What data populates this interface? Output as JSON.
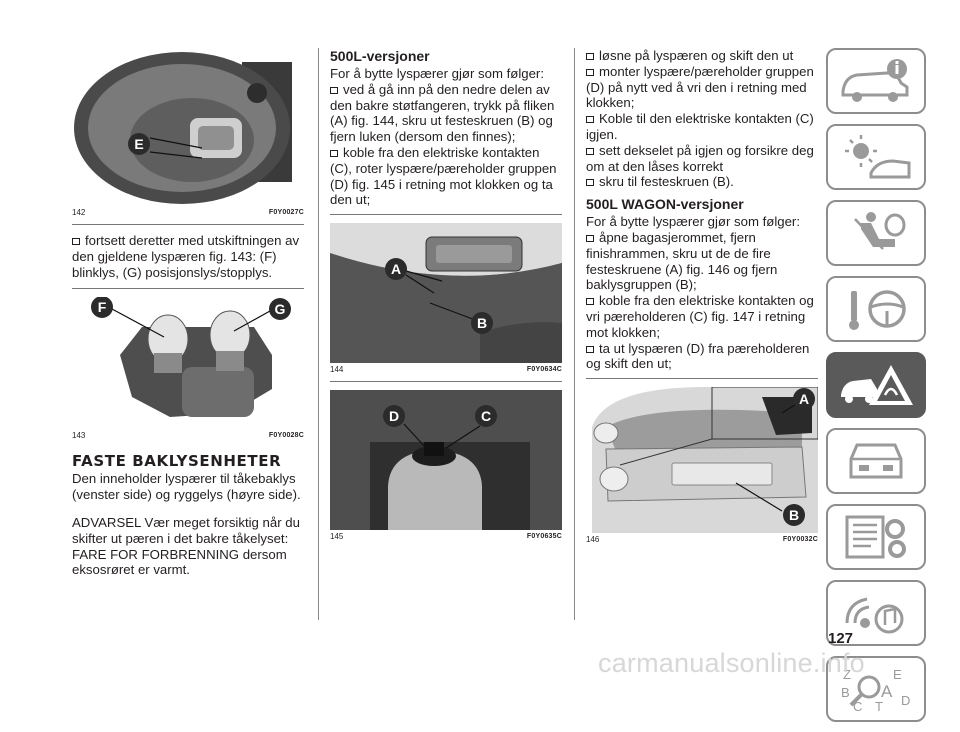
{
  "page": {
    "number": "127",
    "footer_mark": "carmanualsonline.info"
  },
  "figures": {
    "f142": {
      "num": "142",
      "code": "F0Y0027C",
      "labels": [
        "E"
      ]
    },
    "f143": {
      "num": "143",
      "code": "F0Y0028C",
      "labels": [
        "F",
        "G"
      ]
    },
    "f144": {
      "num": "144",
      "code": "F0Y0634C",
      "labels": [
        "A",
        "B"
      ]
    },
    "f145": {
      "num": "145",
      "code": "F0Y0635C",
      "labels": [
        "D",
        "C"
      ]
    },
    "f146": {
      "num": "146",
      "code": "F0Y0032C",
      "labels": [
        "A",
        "B"
      ]
    }
  },
  "col1": {
    "bullet1": "fortsett deretter med utskiftningen av den gjeldene lyspæren fig. 143: (F) blinklys, (G) posisjonslys/stopplys.",
    "heading": "FASTE BAKLYSENHETER",
    "para1": "Den inneholder lyspærer til tåkebaklys (venster side) og ryggelys (høyre side).",
    "warning": "ADVARSEL Vær meget forsiktig når du skifter ut pæren i det bakre tåkelyset: FARE FOR FORBRENNING dersom eksosrøret er varmt."
  },
  "col2": {
    "heading": "500L-versjoner",
    "intro": "For å bytte lyspærer gjør som følger:",
    "bullets": [
      "ved å gå inn på den nedre delen av den bakre støtfangeren, trykk på fliken (A) fig. 144, skru ut festeskruen (B) og fjern luken (dersom den finnes);",
      "koble fra den elektriske kontakten (C), roter lyspære/pæreholder gruppen (D) fig. 145 i retning mot klokken og ta den ut;"
    ]
  },
  "col3": {
    "bullets_top": [
      "løsne på lyspæren og skift den ut",
      "monter lyspære/pæreholder gruppen (D) på nytt ved å vri den i retning med klokken;",
      "Koble til den elektriske kontakten (C) igjen.",
      "sett dekselet på igjen og forsikre deg om at den låses korrekt",
      "skru til festeskruen (B)."
    ],
    "heading": "500L WAGON-versjoner",
    "intro": "For å bytte lyspærer gjør som følger:",
    "bullets": [
      "åpne bagasjerommet, fjern finishrammen, skru ut de de fire festeskruene (A) fig. 146 og fjern baklysgruppen (B);",
      "koble fra den elektriske kontakten og vri pæreholderen (C) fig. 147 i retning mot klokken;",
      "ta ut lyspæren (D) fra pæreholderen og skift den ut;"
    ]
  },
  "sidebar": {
    "tabs": [
      {
        "icon": "car-info-icon",
        "active": false
      },
      {
        "icon": "dashboard-lights-icon",
        "active": false
      },
      {
        "icon": "seat-airbag-icon",
        "active": false
      },
      {
        "icon": "steering-key-icon",
        "active": false
      },
      {
        "icon": "emergency-warning-icon",
        "active": true
      },
      {
        "icon": "car-maintenance-icon",
        "active": false
      },
      {
        "icon": "technical-data-icon",
        "active": false
      },
      {
        "icon": "multimedia-icon",
        "active": false
      },
      {
        "icon": "index-icon",
        "active": false
      }
    ],
    "index_letters": [
      "Z",
      "E",
      "B",
      "A",
      "C",
      "T",
      "D"
    ]
  },
  "colors": {
    "text": "#231f20",
    "tab_border": "#8d8d8d",
    "tab_active": "#5a5a5a",
    "footer": "#d7d7d7"
  }
}
